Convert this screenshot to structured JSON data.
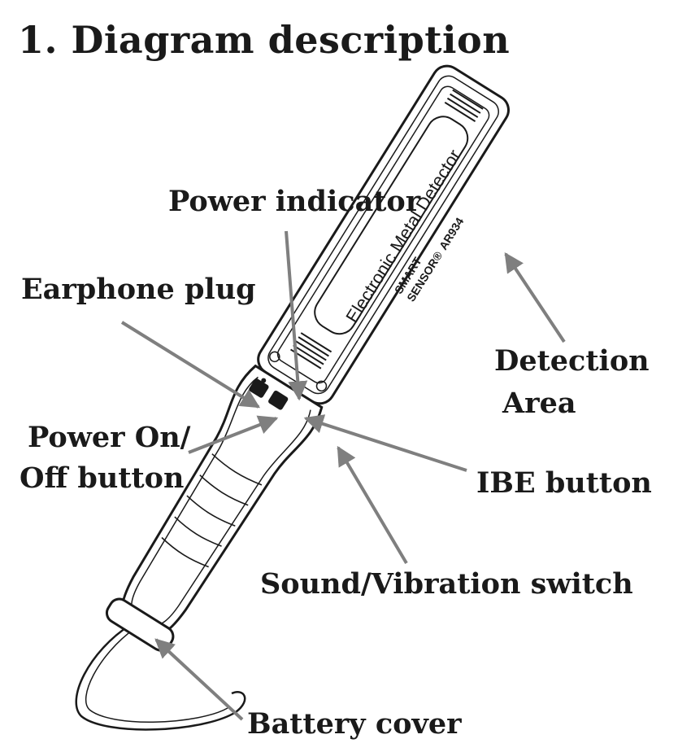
{
  "title": "1. Diagram description",
  "device": {
    "name": "Electronic Metal Detector",
    "brand_line1": "SMART",
    "brand_line2": "SENSOR®",
    "model": "AR934"
  },
  "labels": {
    "power_indicator": "Power indicator",
    "earphone_plug": "Earphone plug",
    "power_button_line1": "Power On/",
    "power_button_line2": "Off button",
    "detection_area_line1": "Detection",
    "detection_area_line2": "Area",
    "ibe_button": "IBE button",
    "sound_switch": "Sound/Vibration switch",
    "battery_cover": "Battery cover"
  },
  "colors": {
    "arrow": "#7f7f7f",
    "ink": "#1a1a1a",
    "background": "#ffffff"
  }
}
